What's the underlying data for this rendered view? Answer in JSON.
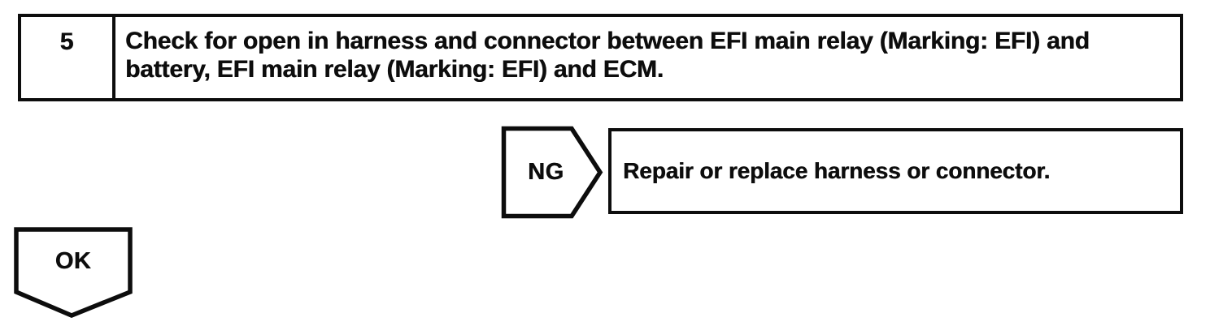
{
  "document": {
    "step_box": {
      "number": "5",
      "instruction": "Check for open in harness and connector between EFI main relay (Marking: EFI) and battery, EFI main relay (Marking: EFI) and ECM."
    },
    "ng_branch": {
      "label": "NG",
      "action": "Repair or replace harness or connector."
    },
    "ok_branch": {
      "label": "OK"
    },
    "colors": {
      "ink": "#0d0d0d",
      "paper": "#ffffff"
    }
  }
}
